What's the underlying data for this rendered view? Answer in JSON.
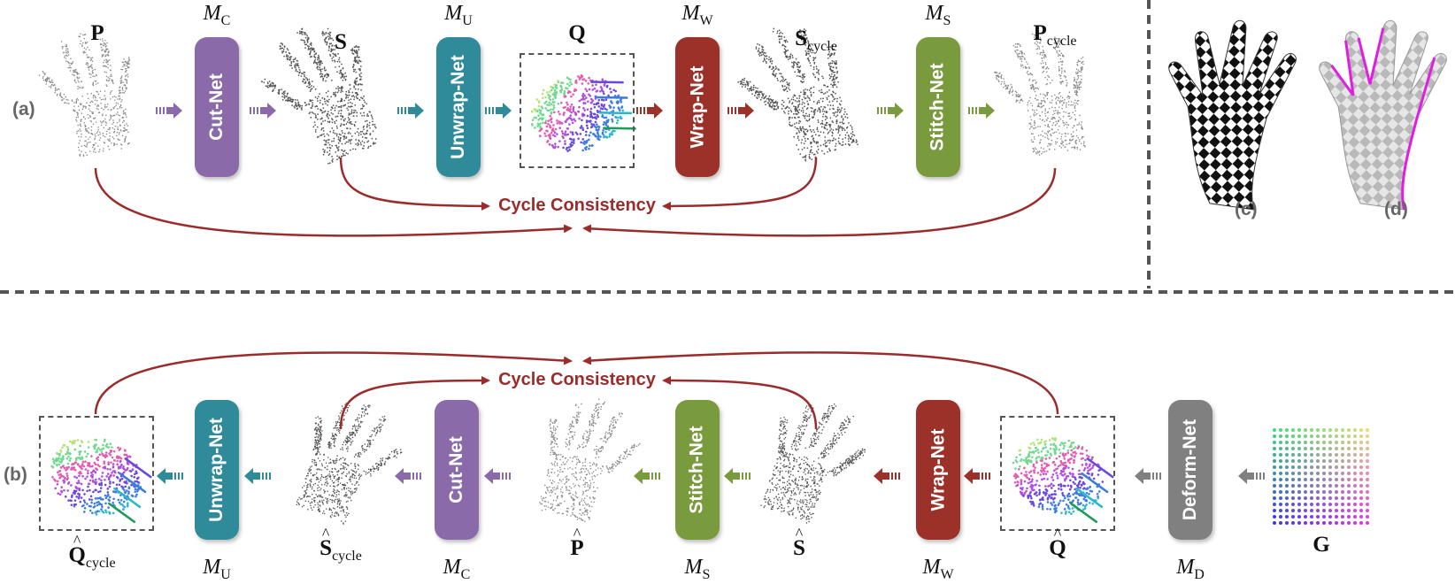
{
  "colors": {
    "cut": "#8a6aa8",
    "unwrap": "#2f8b99",
    "wrap": "#9b3128",
    "stitch": "#7a9a3e",
    "deform": "#808080",
    "cycle": "#9b2c2c",
    "separator": "#555555"
  },
  "panel_a": {
    "tag": "(a)",
    "nets": {
      "cut": "Cut-Net",
      "unwrap": "Unwrap-Net",
      "wrap": "Wrap-Net",
      "stitch": "Stitch-Net"
    },
    "symbols": {
      "P": "P",
      "S": "S",
      "Q": "Q",
      "S_cycle_base": "S",
      "S_cycle_sub": "cycle",
      "P_cycle_base": "P",
      "P_cycle_sub": "cycle"
    },
    "modules": {
      "cut_base": "M",
      "cut_sub": "C",
      "unwrap_base": "M",
      "unwrap_sub": "U",
      "wrap_base": "M",
      "wrap_sub": "W",
      "stitch_base": "M",
      "stitch_sub": "S"
    },
    "cycle_label": "Cycle Consistency"
  },
  "panel_b": {
    "tag": "(b)",
    "nets": {
      "unwrap": "Unwrap-Net",
      "cut": "Cut-Net",
      "stitch": "Stitch-Net",
      "wrap": "Wrap-Net",
      "deform": "Deform-Net"
    },
    "symbols": {
      "Q_cycle_base": "Q",
      "Q_cycle_sub": "cycle",
      "S_cycle_base": "S",
      "S_cycle_sub": "cycle",
      "P": "P",
      "S": "S",
      "Q": "Q",
      "G": "G"
    },
    "modules": {
      "unwrap_base": "M",
      "unwrap_sub": "U",
      "cut_base": "M",
      "cut_sub": "C",
      "stitch_base": "M",
      "stitch_sub": "S",
      "wrap_base": "M",
      "wrap_sub": "W",
      "deform_base": "M",
      "deform_sub": "D"
    },
    "cycle_label": "Cycle Consistency"
  },
  "panel_c": {
    "tag": "(c)"
  },
  "panel_d": {
    "tag": "(d)"
  }
}
